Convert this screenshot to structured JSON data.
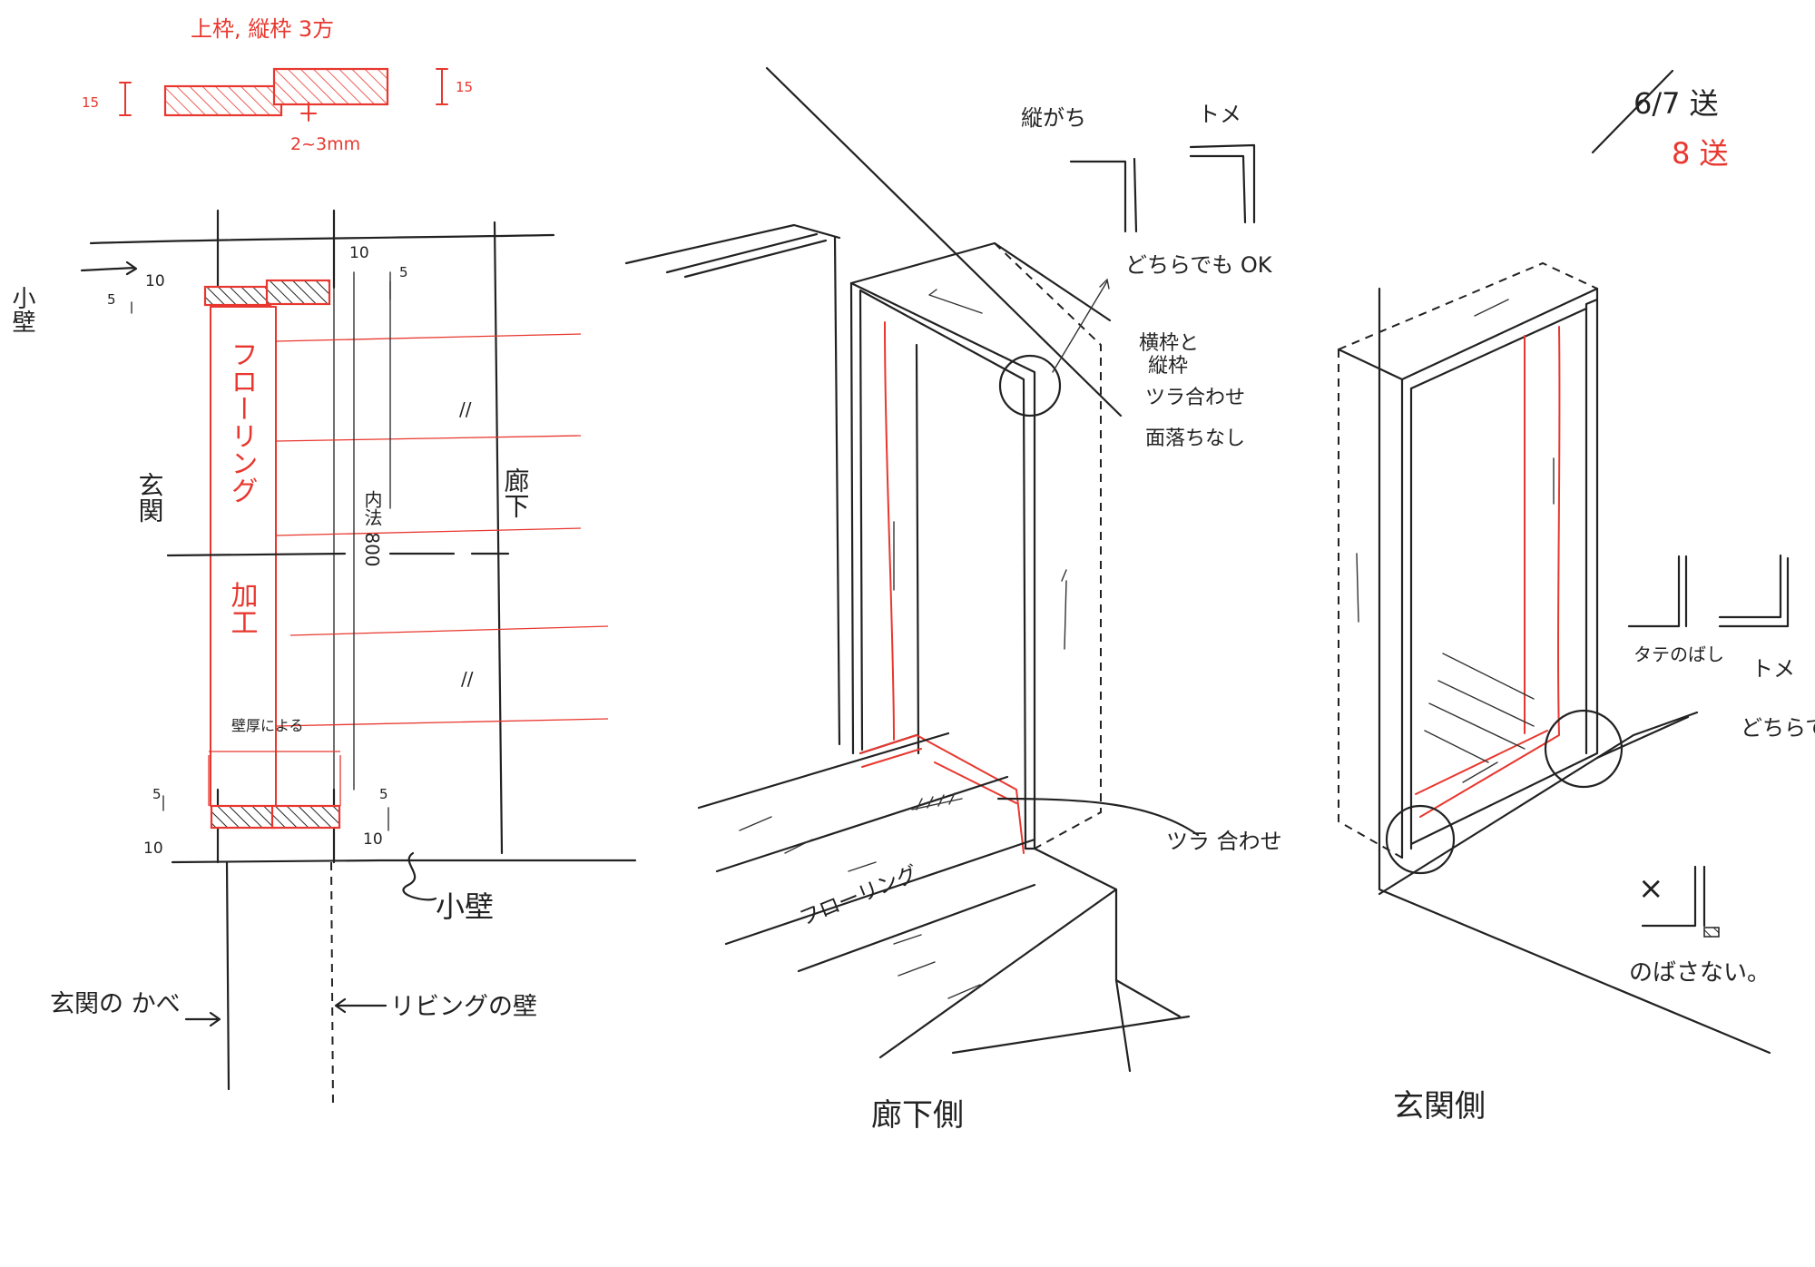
{
  "plan": {
    "header_note": "上枠, 縦枠 3方",
    "dim_15_left": "15",
    "dim_15_right": "15",
    "dim_gap": "2~3mm",
    "small_wall_top": "小壁",
    "small_wall_bottom": "小壁",
    "entrance": "玄関",
    "corridor": "廊下",
    "flooring_label": "フローリング",
    "processing_label": "加工",
    "inner_dim": "内法 800",
    "wall_thickness_note": "壁厚による",
    "dim_10_a": "10",
    "dim_10_b": "10",
    "dim_10_c": "10",
    "dim_10_d": "10",
    "dim_5_a": "5",
    "dim_5_b": "5",
    "dim_5_c": "5",
    "dim_5_d": "5",
    "entrance_wall_note": "玄関の かべ",
    "living_wall_note": "リビングの壁"
  },
  "corridor_view": {
    "caption": "廊下側",
    "tategachi_label": "縦がち",
    "yokogachi_label": "トメ",
    "either_ok": "どちらでも OK",
    "flush_note_1": "横枠と",
    "flush_note_2": "縦枠",
    "flush_note_3": "ツラ合わせ",
    "flush_note_4": "面落ちなし",
    "flooring_text": "フローリング",
    "flush_label": "ツラ 合わせ"
  },
  "entrance_view": {
    "caption": "玄関側",
    "tate_nobashi": "タテのばし",
    "tome": "トメ",
    "either_ok": "どちらでも OK",
    "x_mark": "×",
    "dont_extend": "のばさない。"
  },
  "date_note": {
    "sent_1": "6/7 送",
    "sent_2": "8 送"
  },
  "colors": {
    "ink": "#222222",
    "red": "#e8372e",
    "background": "#ffffff"
  }
}
